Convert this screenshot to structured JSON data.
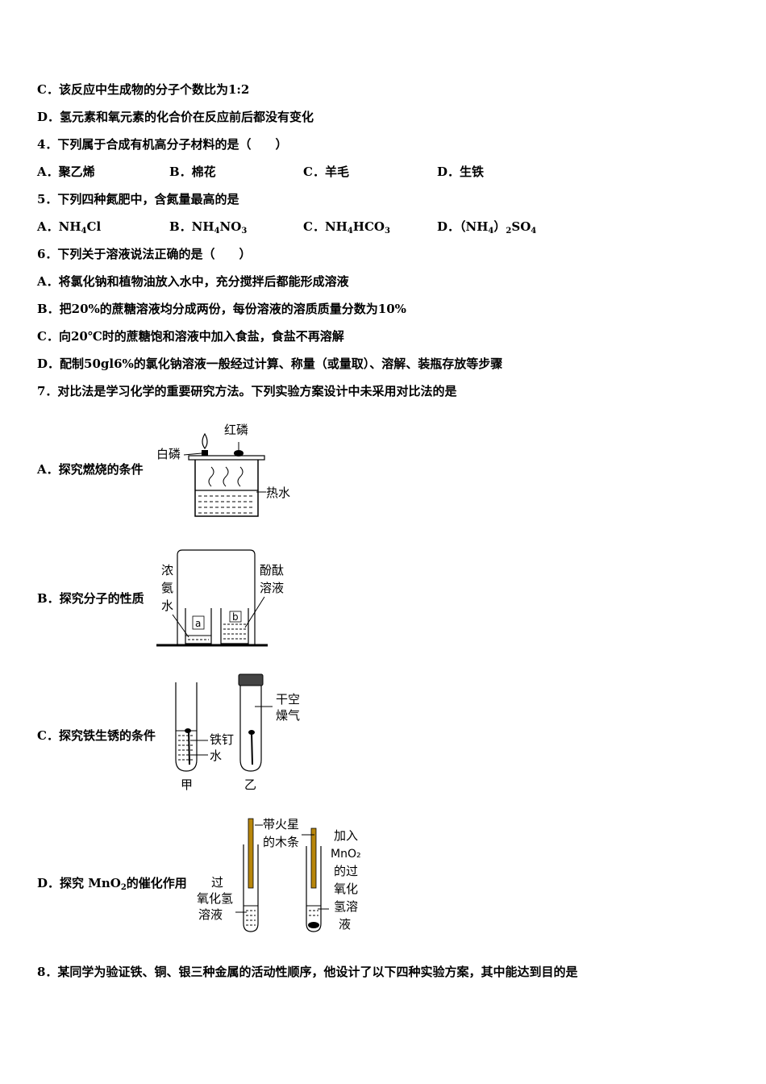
{
  "lines": {
    "q3_c": "C．该反应中生成物的分子个数比为1:2",
    "q3_d": "D．氢元素和氧元素的化合价在反应前后都没有变化",
    "q4_stem": "4．下列属于合成有机高分子材料的是（　　）",
    "q5_stem": "5．下列四种氮肥中，含氮量最高的是",
    "q6_stem": "6．下列关于溶液说法正确的是（　　）",
    "q6_a": "A．将氯化钠和植物油放入水中，充分搅拌后都能形成溶液",
    "q6_b": "B．把20%的蔗糖溶液均分成两份，每份溶液的溶质质量分数为10%",
    "q6_c": "C．向20℃时的蔗糖饱和溶液中加入食盐，食盐不再溶解",
    "q6_d": "D．配制50gl6%的氯化钠溶液一般经过计算、称量（或量取）、溶解、装瓶存放等步骤",
    "q7_stem": "7．对比法是学习化学的重要研究方法。下列实验方案设计中未采用对比法的是",
    "q8_stem": "8．某同学为验证铁、铜、银三种金属的活动性顺序，他设计了以下四种实验方案，其中能达到目的是"
  },
  "q4_options": {
    "a": "A．聚乙烯",
    "b": "B．棉花",
    "c": "C．羊毛",
    "d": "D．生铁"
  },
  "q5_options": {
    "a_prefix": "A．NH",
    "a_sub": "4",
    "a_suffix": "Cl",
    "b_prefix": "B．NH",
    "b_sub1": "4",
    "b_mid": "NO",
    "b_sub2": "3",
    "c_prefix": "C．NH",
    "c_sub1": "4",
    "c_mid": "HCO",
    "c_sub2": "3",
    "d_prefix": "D．（NH",
    "d_sub1": "4",
    "d_mid": "）",
    "d_sub2": "2",
    "d_suffix": "SO",
    "d_sub3": "4"
  },
  "q7_options": {
    "a_label": "A．探究燃烧的条件",
    "b_label": "B．探究分子的性质",
    "c_label": "C．探究铁生锈的条件",
    "d_prefix": "D．探究 MnO",
    "d_sub": "2",
    "d_suffix": "的催化作用"
  },
  "figure_a": {
    "white_p": "白磷",
    "red_p": "红磷",
    "hot_water": "热水"
  },
  "figure_b": {
    "ammonia_1": "浓",
    "ammonia_2": "氨",
    "ammonia_3": "水",
    "phenol_1": "酚酞",
    "phenol_2": "溶液",
    "beaker_a": "a",
    "beaker_b": "b"
  },
  "figure_c": {
    "dry_air_1": "干空",
    "dry_air_2": "燥气",
    "nail": "铁钉",
    "water": "水",
    "tube_jia": "甲",
    "tube_yi": "乙"
  },
  "figure_d": {
    "splint_1": "带火星",
    "splint_2": "的木条",
    "h2o2_1": "过",
    "h2o2_2": "氧化氢",
    "h2o2_3": "溶液",
    "add_1": "加入",
    "add_2": "MnO₂",
    "add_3": "的过",
    "add_4": "氧化",
    "add_5": "氢溶",
    "add_6": "液"
  }
}
